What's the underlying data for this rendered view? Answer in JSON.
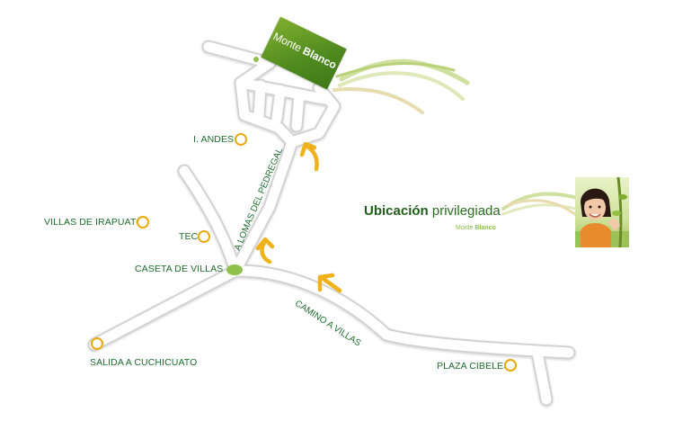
{
  "brand": {
    "name_light": "Monte ",
    "name_bold": "Blanco"
  },
  "headline": {
    "bold": "Ubicación",
    "light": " privilegiada"
  },
  "subline": {
    "light": "Monte ",
    "bold": "Blanco"
  },
  "places": {
    "andes": "I. ANDES",
    "villas_irapuato": "VILLAS DE IRAPUATO",
    "tec": "TEC",
    "caseta": "CASETA DE VILLAS",
    "salida": "SALIDA A CUCHICUATO",
    "plaza": "PLAZA CIBELES"
  },
  "roads": {
    "pedregal": "A LOMAS DEL PEDREGAL",
    "camino": "CAMINO A VILLAS"
  },
  "colors": {
    "poi": "#e9a90f",
    "arrow": "#f0b21a",
    "label": "#1f6b2e",
    "brand_green": "#5a9425",
    "road_fill": "#ffffff",
    "road_edge": "#d4d4d4"
  },
  "icons": {
    "poi": "circle-ring-icon",
    "direction": "curved-arrow-icon",
    "caseta": "green-blob-icon"
  }
}
